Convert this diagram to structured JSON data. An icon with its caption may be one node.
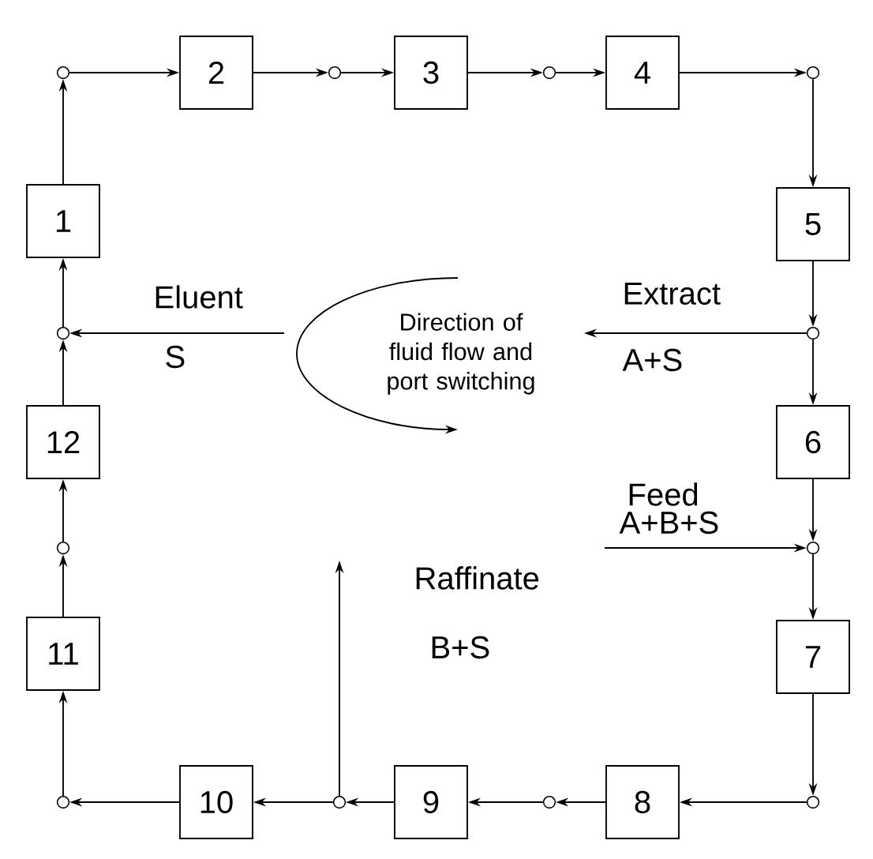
{
  "diagram": {
    "nodes": [
      {
        "text": [
          "1"
        ]
      },
      {
        "text": [
          "2"
        ]
      },
      {
        "text": [
          "3"
        ]
      },
      {
        "text": [
          "4"
        ]
      },
      {
        "text": [
          "5"
        ]
      },
      {
        "text": [
          "6"
        ]
      },
      {
        "text": [
          "7"
        ]
      },
      {
        "text": [
          "8"
        ]
      },
      {
        "text": [
          "9"
        ]
      },
      {
        "text": [
          "10"
        ]
      },
      {
        "text": [
          "11"
        ]
      },
      {
        "text": [
          "12"
        ]
      },
      {
        "text": [],
        "shape": "circle"
      },
      {
        "text": [],
        "shape": "circle"
      },
      {
        "text": [],
        "shape": "circle"
      },
      {
        "text": [],
        "shape": "circle"
      },
      {
        "text": [],
        "shape": "circle"
      },
      {
        "text": [],
        "shape": "circle"
      },
      {
        "text": [],
        "shape": "circle"
      },
      {
        "text": [],
        "shape": "circle"
      },
      {
        "text": [],
        "shape": "circle"
      },
      {
        "text": [],
        "shape": "circle"
      },
      {
        "text": [],
        "shape": "circle"
      },
      {
        "text": [],
        "shape": "circle"
      }
    ],
    "edges": [
      {
        "from": 0,
        "to": 12,
        "arrow": "to"
      },
      {
        "from": 12,
        "to": 1,
        "arrow": "to"
      },
      {
        "from": 1,
        "to": 13,
        "arrow": "to"
      },
      {
        "from": 13,
        "to": 2,
        "arrow": "to"
      },
      {
        "from": 2,
        "to": 14,
        "arrow": "to"
      },
      {
        "from": 14,
        "to": 3,
        "arrow": "to"
      },
      {
        "from": 3,
        "to": 15,
        "arrow": "to"
      },
      {
        "from": 15,
        "to": 4,
        "arrow": "to"
      },
      {
        "from": 4,
        "to": 16,
        "arrow": "to"
      },
      {
        "from": 16,
        "to": 5,
        "arrow": "to"
      },
      {
        "from": 5,
        "to": 17,
        "arrow": "to"
      },
      {
        "from": 17,
        "to": 6,
        "arrow": "to"
      },
      {
        "from": 6,
        "to": 18,
        "arrow": "to"
      },
      {
        "from": 18,
        "to": 7,
        "arrow": "to"
      },
      {
        "from": 7,
        "to": 19,
        "arrow": "to"
      },
      {
        "from": 19,
        "to": 8,
        "arrow": "to"
      },
      {
        "from": 8,
        "to": 20,
        "arrow": "to"
      },
      {
        "from": 20,
        "to": 9,
        "arrow": "to"
      },
      {
        "from": 9,
        "to": 21,
        "arrow": "to"
      },
      {
        "from": 21,
        "to": 10,
        "arrow": "to"
      },
      {
        "from": 10,
        "to": 22,
        "arrow": "to"
      },
      {
        "from": 22,
        "to": 11,
        "arrow": "to"
      },
      {
        "from": 11,
        "to": 23,
        "arrow": "to"
      },
      {
        "from": 23,
        "to": 0,
        "arrow": "to"
      },
      {
        "from": null,
        "to": 23,
        "arrow": "to"
      },
      {
        "from": 16,
        "to": null,
        "arrow": "to"
      },
      {
        "from": null,
        "to": 17,
        "arrow": "to"
      },
      {
        "from": 20,
        "to": null,
        "arrow": "to"
      }
    ],
    "labels": [
      "Eluent",
      "S",
      "Extract",
      "A+S",
      "Direction of fluid flow and port switching",
      "Feed",
      "A+B+S",
      "Raffinate",
      "B+S"
    ]
  }
}
